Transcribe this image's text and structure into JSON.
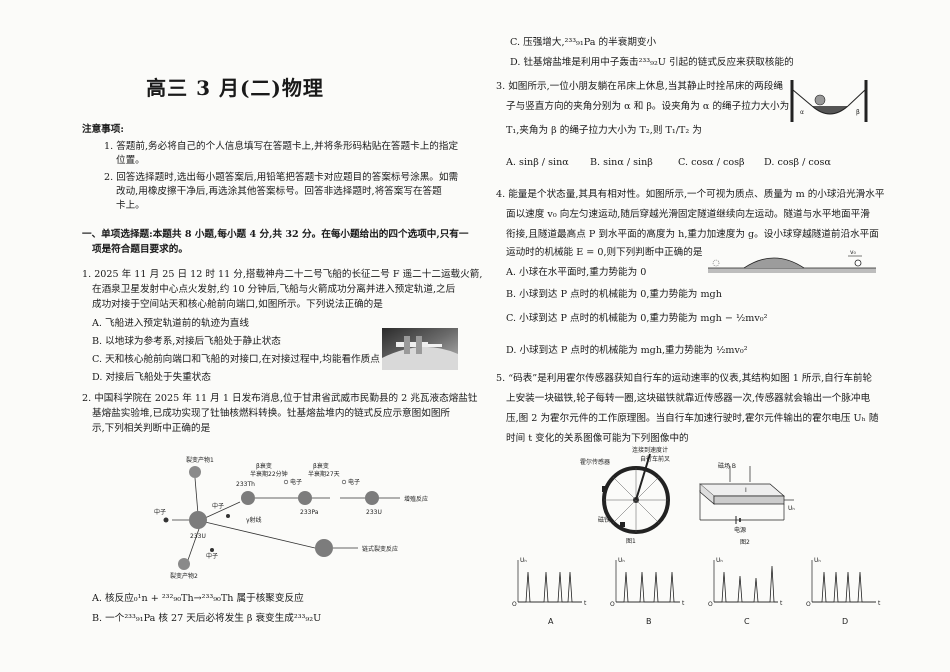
{
  "header": {
    "title": "高三 3 月(二)物理"
  },
  "notice": {
    "heading": "注意事项:",
    "items": [
      "1. 答题前,务必将自己的个人信息填写在答题卡上,并将条形码粘贴在答题卡上的指定",
      "位置。",
      "2. 回答选择题时,选出每小题答案后,用铅笔把答题卡对应题目的答案标号涂黑。如需",
      "改动,用橡皮擦干净后,再选涂其他答案标号。回答非选择题时,将答案写在答题",
      "卡上。"
    ]
  },
  "section1": {
    "heading": "一、单项选择题:本题共 8 小题,每小题 4 分,共 32 分。在每小题给出的四个选项中,只有一",
    "heading2": "项是符合题目要求的。"
  },
  "q1": {
    "lines": [
      "1. 2025 年 11 月 25 日 12 时 11 分,搭载神舟二十二号飞船的长征二号 F 遥二十二运载火箭,",
      "在酒泉卫星发射中心点火发射,约 10 分钟后,飞船与火箭成功分离并进入预定轨道,之后",
      "成功对接于空间站天和核心舱前向端口,如图所示。下列说法正确的是"
    ],
    "options": [
      "A. 飞船进入预定轨道前的轨迹为直线",
      "B. 以地球为参考系,对接后飞船处于静止状态",
      "C. 天和核心舱前向端口和飞船的对接口,在对接过程中,均能看作质点",
      "D. 对接后飞船处于失重状态"
    ]
  },
  "q2": {
    "lines": [
      "2. 中国科学院在 2025 年 11 月 1 日发布消息,位于甘肃省武威市民勤县的 2 兆瓦液态熔盐钍",
      "基熔盐实验堆,已成功实现了钍铀核燃料转换。钍基熔盐堆内的链式反应示意图如图所",
      "示,下列相关判断中正确的是"
    ],
    "diagram": {
      "fission1": "裂变产物1",
      "fission2": "裂变产物2",
      "neutron": "中子",
      "th233": "233Th",
      "pa233": "233Pa",
      "u233": "233U",
      "u233b": "233U",
      "beta1": "β衰变",
      "beta1_half": "半衰期22分钟",
      "beta2": "β衰变",
      "beta2_half": "半衰期27天",
      "electron": "电子",
      "gamma": "γ射线",
      "breeding": "增殖反应",
      "chain": "链式裂变反应"
    },
    "options": [
      "A. 核反应₀¹n + ²³²₉₀Th→²³³₉₀Th 属于核聚变反应",
      "B. 一个²³³₉₁Pa 核 27 天后必将发生 β 衰变生成²³³₉₂U"
    ]
  },
  "q2cont": {
    "options": [
      "C. 压强增大,²³³₉₁Pa 的半衰期变小",
      "D. 钍基熔盐堆是利用中子轰击²³³₉₂U 引起的链式反应来获取核能的"
    ]
  },
  "q3": {
    "lines": [
      "3. 如图所示,一位小朋友躺在吊床上休息,当其静止时拴吊床的两段绳",
      "子与竖直方向的夹角分别为 α 和 β。设夹角为 α 的绳子拉力大小为",
      "T₁,夹角为 β 的绳子拉力大小为 T₂,则 T₁/T₂ 为"
    ],
    "alpha": "α",
    "beta": "β",
    "options": [
      "A. sinβ / sinα",
      "B. sinα / sinβ",
      "C. cosα / cosβ",
      "D. cosβ / cosα"
    ]
  },
  "q4": {
    "lines": [
      "4. 能量是个状态量,其具有相对性。如图所示,一个可视为质点、质量为 m 的小球沿光滑水平",
      "面以速度 v₀ 向左匀速运动,随后穿越光滑固定隧道继续向左运动。隧道与水平地面平滑",
      "衔接,且隧道最高点 P 到水平面的高度为 h,重力加速度为 g。设小球穿越隧道前沿水平面",
      "运动时的机械能 E = 0,则下列判断中正确的是"
    ],
    "v0": "v₀",
    "options": [
      "A. 小球在水平面时,重力势能为 0",
      "B. 小球到达 P 点时的机械能为 0,重力势能为 mgh",
      "C. 小球到达 P 点时的机械能为 0,重力势能为 mgh − ½mv₀²",
      "D. 小球到达 P 点时的机械能为 mgh,重力势能为 ½mv₀²"
    ]
  },
  "q5": {
    "lines": [
      "5. “码表”是利用霍尔传感器获知自行车的运动速率的仪表,其结构如图 1 所示,自行车前轮",
      "上安装一块磁铁,轮子每转一圈,这块磁铁就靠近传感器一次,传感器就会输出一个脉冲电",
      "压,图 2 为霍尔元件的工作原理图。当自行车加速行驶时,霍尔元件输出的霍尔电压 Uₕ 随",
      "时间 t 变化的关系图像可能为下列图像中的"
    ],
    "fig1": {
      "sensor": "霍尔传感器",
      "meter": "连接到速度计",
      "fork": "自行车前叉",
      "magnet": "磁铁",
      "caption": "图1"
    },
    "fig2": {
      "field": "磁场 B",
      "current": "I",
      "uh": "Uₕ",
      "source": "电源",
      "caption": "图2"
    },
    "graph_axis_y": "Uₕ",
    "graph_axis_x": "t",
    "graph_origin": "O",
    "graph_labels": [
      "A",
      "B",
      "C",
      "D"
    ]
  }
}
